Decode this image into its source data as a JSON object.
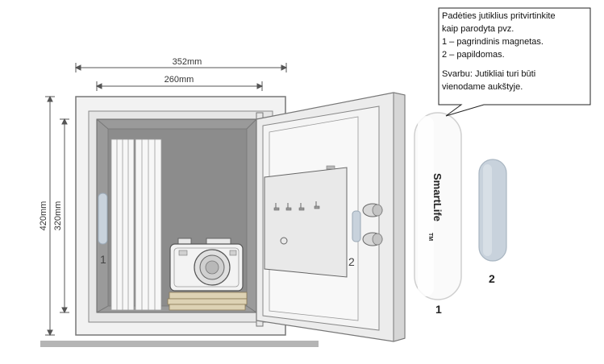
{
  "callout": {
    "line1": "Padėties jutiklius pritvirtinkite",
    "line2": "kaip parodyta pvz.",
    "line3": "1 – pagrindinis magnetas.",
    "line4": "2 – papildomas.",
    "line5": "Svarbu: Jutikliai turi būti",
    "line6": "vienodame aukštyje."
  },
  "dimensions": {
    "width_outer": "352mm",
    "width_inner": "260mm",
    "height_outer": "420mm",
    "height_inner": "320mm"
  },
  "labels": {
    "sensor_1_on_safe": "1",
    "sensor_2_on_safe": "2",
    "sensor_1": "1",
    "sensor_2": "2"
  },
  "brand": {
    "name": "SmartLife",
    "tm": "TM"
  },
  "colors": {
    "safe_body": "#f2f2f2",
    "safe_interior": "#9a9a9a",
    "sensor": "#c8d2dc",
    "callout_border": "#222222"
  }
}
